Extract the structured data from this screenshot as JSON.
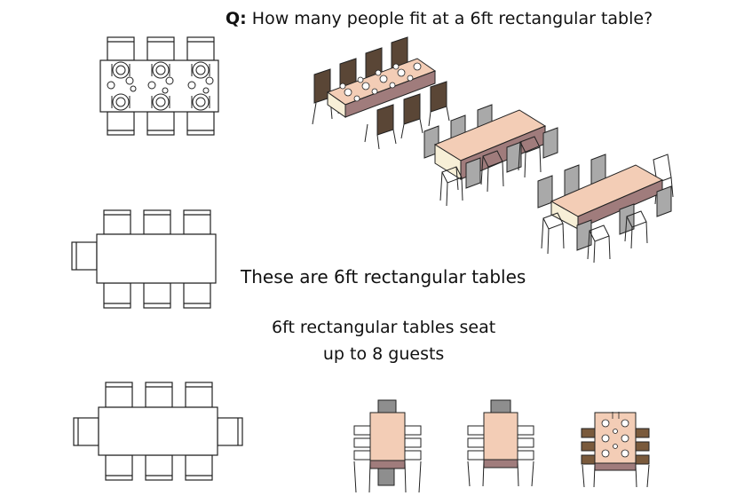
{
  "question": {
    "prefix": "Q:",
    "text": "How many people fit at a 6ft rectangular table?"
  },
  "caption_tables": "These are 6ft rectangular tables",
  "caption_seating": {
    "line1": "6ft rectangular tables seat",
    "line2": "up to 8 guests"
  },
  "colors": {
    "outline": "#222222",
    "tabletop": "#f3cdb6",
    "tabletop_side": "#f7efd7",
    "tabletop_edge": "#a07c7c",
    "chair_gray": "#a9a9a9",
    "chair_brown": "#5a4636",
    "brown_table": "#7a5a3c"
  }
}
